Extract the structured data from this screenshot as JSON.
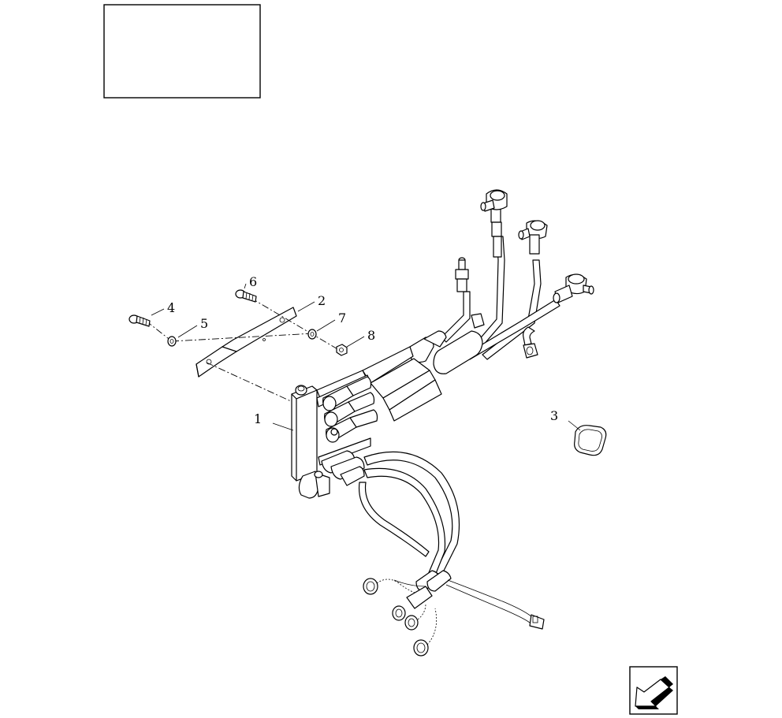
{
  "callouts": [
    {
      "id": "1",
      "label": "1"
    },
    {
      "id": "2",
      "label": "2"
    },
    {
      "id": "3",
      "label": "3"
    },
    {
      "id": "4",
      "label": "4"
    },
    {
      "id": "5",
      "label": "5"
    },
    {
      "id": "6",
      "label": "6"
    },
    {
      "id": "7",
      "label": "7"
    },
    {
      "id": "8",
      "label": "8"
    }
  ],
  "icons": {
    "nav_arrow": "arrow-left-down-icon"
  }
}
